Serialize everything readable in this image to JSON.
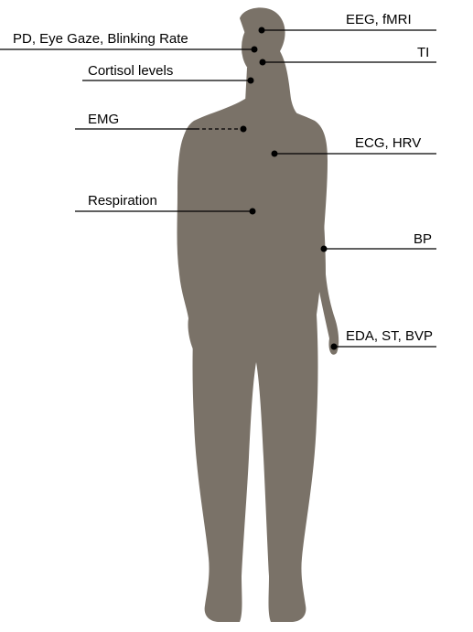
{
  "colors": {
    "silhouette": "#7a7268",
    "line": "#000000",
    "background": "#ffffff"
  },
  "labels": [
    {
      "id": "eeg",
      "text": "EEG, fMRI"
    },
    {
      "id": "pd",
      "text": "PD, Eye Gaze, Blinking Rate"
    },
    {
      "id": "ti",
      "text": "TI"
    },
    {
      "id": "cortisol",
      "text": "Cortisol levels"
    },
    {
      "id": "emg",
      "text": "EMG"
    },
    {
      "id": "ecg",
      "text": "ECG, HRV"
    },
    {
      "id": "respiration",
      "text": "Respiration"
    },
    {
      "id": "bp",
      "text": "BP"
    },
    {
      "id": "eda",
      "text": "EDA, ST, BVP"
    }
  ]
}
